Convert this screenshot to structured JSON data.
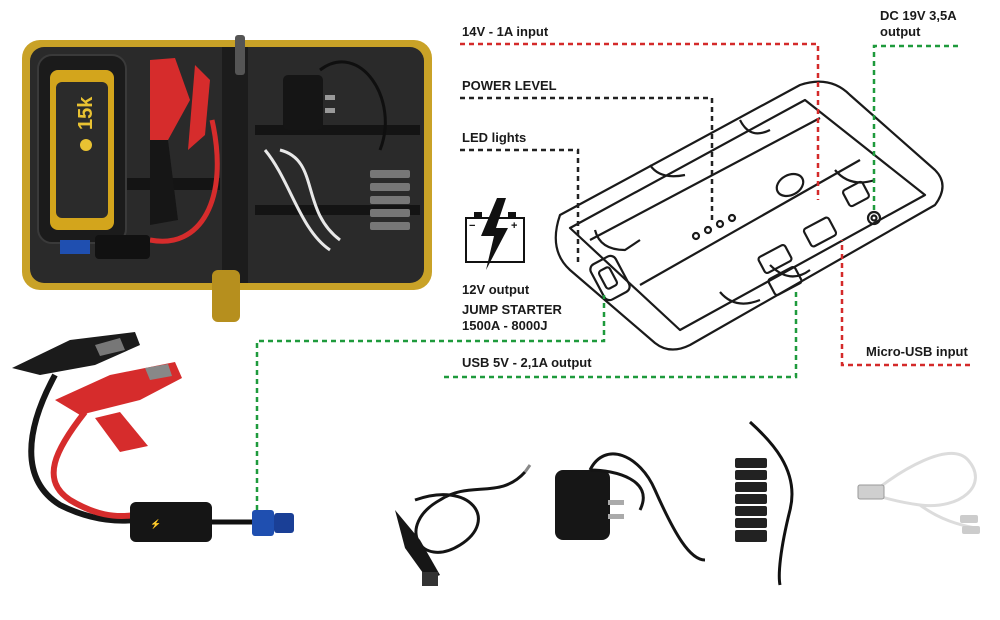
{
  "labels": {
    "input_14v": "14V - 1A input",
    "power_level": "POWER LEVEL",
    "led_lights": "LED lights",
    "dc_output_line1": "DC 19V 3,5A",
    "dc_output_line2": "output",
    "output_12v": "12V output",
    "jump_starter": "JUMP STARTER",
    "jump_spec": "1500A  - 8000J",
    "usb_output": "USB 5V - 2,1A output",
    "micro_usb": "Micro-USB input"
  },
  "device": {
    "brand_logo_text": "15k"
  },
  "colors": {
    "red_line": "#d42a2a",
    "black_line": "#222222",
    "green_line": "#1e9a3c",
    "case_yellow": "#c9a227",
    "clamp_red": "#d62c2c",
    "clamp_black": "#1b1b1b"
  }
}
